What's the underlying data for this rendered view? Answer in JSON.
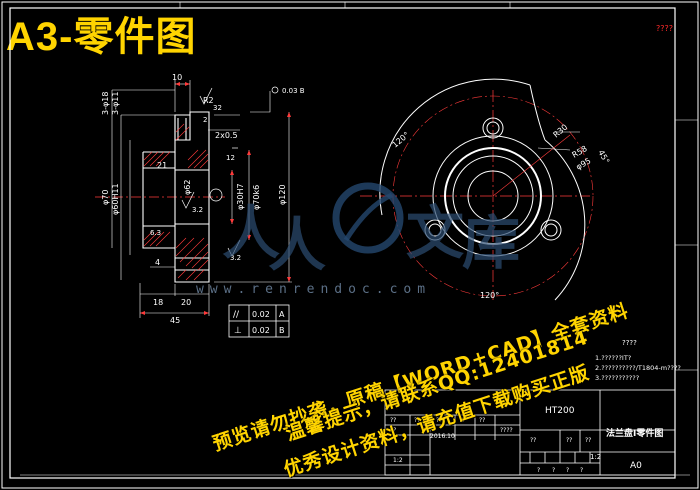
{
  "banner": {
    "title": "A3-零件图"
  },
  "corner_mark": "????",
  "drawing": {
    "dims_left": {
      "top_width": "10",
      "chamfer_top": "R2",
      "offset_top": "32",
      "chamfer": "2x0.5",
      "rough_right": "12",
      "v_label_1": "3-φ18",
      "v_label_2": "3-φ11",
      "d_21": "21",
      "d_62": "φ62",
      "d_30h7": "φ30H7",
      "d_70k6": "φ70k6",
      "d_120": "φ120",
      "d_70": "φ70",
      "d_60h11": "φ60H11",
      "d_2": "2",
      "d_32": "3.2",
      "d_63": "6.3",
      "d_32b": "3.2",
      "d_4": "4",
      "d_18": "18",
      "d_20": "20",
      "d_45": "45",
      "rough_top": "3.2",
      "mark_label": "0.03 B"
    },
    "tolerances": [
      {
        "symbol": "//",
        "value": "0.02",
        "datum": "A"
      },
      {
        "symbol": "⊥",
        "value": "0.02",
        "datum": "B"
      }
    ],
    "dims_right": {
      "angle_120": "120°",
      "r30": "R30",
      "r58": "R58",
      "d95": "φ95",
      "angle_45": "45°",
      "angle_120b": "120°"
    }
  },
  "watermark": {
    "chars": [
      "人",
      "人",
      "文",
      "库"
    ],
    "url": "www.renrendoc.com"
  },
  "promo_lines": [
    "预览请勿抄袭，原稿【WORD+CAD】全套资料",
    "温馨提示，请联系QQ:12401814",
    "优秀设计资料，请充值下载购买正版"
  ],
  "notes": {
    "heading": "????",
    "lines": [
      "1.??????IT?",
      "2.??????????/T1804-m????",
      "3.???????????"
    ]
  },
  "title_block": {
    "material": "HT200",
    "part_name": "法兰盘I零件图",
    "scale": "1:2",
    "sheet_code": "A0",
    "date": "2016.10",
    "qmarks": [
      "??",
      "??",
      "???",
      "??",
      "??",
      "??",
      "????",
      "??",
      "??",
      "??",
      "?",
      "?",
      "?",
      "?"
    ]
  }
}
